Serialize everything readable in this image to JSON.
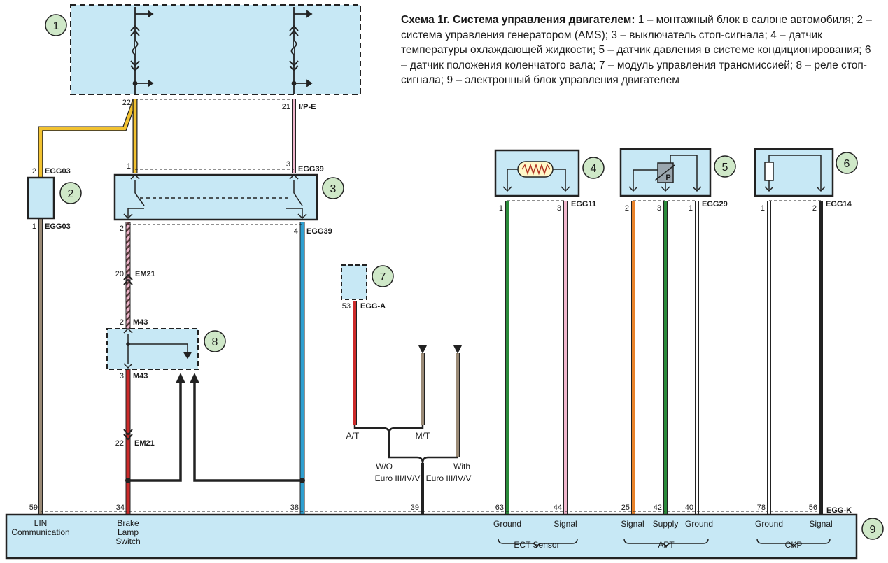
{
  "caption": {
    "title": "Схема 1г. Система управления двигателем:",
    "text": " 1 – монтажный блок в салоне автомобиля; 2 – система управления генератором (AMS); 3 – выключатель стоп-сигнала; 4 – датчик температуры охлаждающей жидкости; 5 – датчик давления в системе кондиционирования; 6 – датчик положения коленчатого вала; 7 – модуль управления трансмиссией; 8 – реле стоп-сигнала; 9 – электронный блок управления двигателем"
  },
  "components": {
    "c1": "1",
    "c2": "2",
    "c3": "3",
    "c4": "4",
    "c5": "5",
    "c6": "6",
    "c7": "7",
    "c8": "8",
    "c9": "9"
  },
  "connectors": {
    "ipe": "I/P-E",
    "egg03_top": "EGG03",
    "egg03_bot": "EGG03",
    "egg39_top": "EGG39",
    "egg39_bot": "EGG39",
    "egg11": "EGG11",
    "egg29": "EGG29",
    "egg14": "EGG14",
    "em21_top": "EM21",
    "m43_top": "M43",
    "m43_bot": "M43",
    "em21_bot": "EM21",
    "egga": "EGG-A",
    "eggk": "EGG-K"
  },
  "pins": {
    "p22a": "22",
    "p21": "21",
    "p2_2": "2",
    "p1_2": "1",
    "p1_3": "1",
    "p3_3": "3",
    "p2_3": "2",
    "p4_3": "4",
    "p20": "20",
    "p2_8": "2",
    "p3_8": "3",
    "p22b": "22",
    "p53": "53",
    "p1_4": "1",
    "p3_4": "3",
    "p2_5": "2",
    "p3_5": "3",
    "p1_5": "1",
    "p1_6": "1",
    "p2_6": "2",
    "p59": "59",
    "p34": "34",
    "p38": "38",
    "p39": "39",
    "p63": "63",
    "p44": "44",
    "p25": "25",
    "p42": "42",
    "p40": "40",
    "p78": "78",
    "p56": "56"
  },
  "labels": {
    "at": "A/T",
    "mt": "M/T",
    "wo": "W/O",
    "wo_euro": "Euro III/IV/V",
    "with": "With",
    "with_euro": "Euro III/IV/V",
    "p_sensor": "P"
  },
  "ecu": {
    "lin_1": "LIN",
    "lin_2": "Communication",
    "brake_1": "Brake",
    "brake_2": "Lamp",
    "brake_3": "Switch",
    "ect_ground": "Ground",
    "ect_signal": "Signal",
    "ect_group": "ECT Sensor",
    "apt_signal": "Signal",
    "apt_supply": "Supply",
    "apt_ground": "Ground",
    "apt_group": "APT",
    "ckp_ground": "Ground",
    "ckp_signal": "Signal",
    "ckp_group": "CKP"
  },
  "colors": {
    "fill": "#c7e8f5",
    "yellow": "#f2c230",
    "pink": "#f0b6cc",
    "gray_brown": "#9a8a76",
    "red": "#cc2a2a",
    "blue": "#2e9fd0",
    "green": "#2a8a3a",
    "orange": "#e8822a"
  }
}
